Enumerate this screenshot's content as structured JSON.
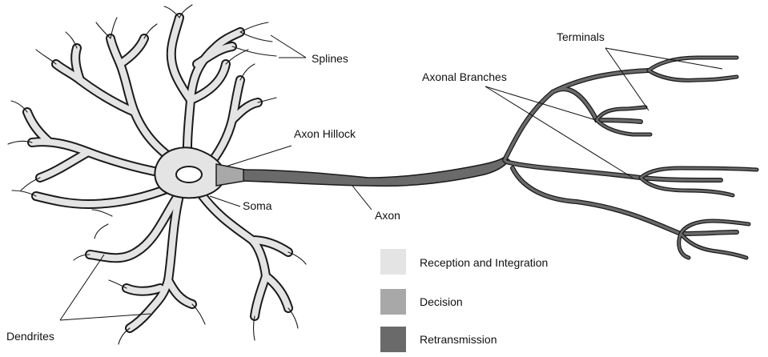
{
  "labels": {
    "splines": "Splines",
    "terminals": "Terminals",
    "axonal_branches": "Axonal Branches",
    "axon_hillock": "Axon Hillock",
    "soma": "Soma",
    "axon": "Axon",
    "dendrites": "Dendrites"
  },
  "legend": [
    {
      "label": "Reception and Integration",
      "color": "#e4e4e4"
    },
    {
      "label": "Decision",
      "color": "#a8a8a8"
    },
    {
      "label": "Retransmission",
      "color": "#6a6a6a"
    }
  ],
  "colors": {
    "reception": "#e4e4e4",
    "decision": "#a8a8a8",
    "retransmission": "#6a6a6a",
    "outline": "#1a1a1a"
  }
}
